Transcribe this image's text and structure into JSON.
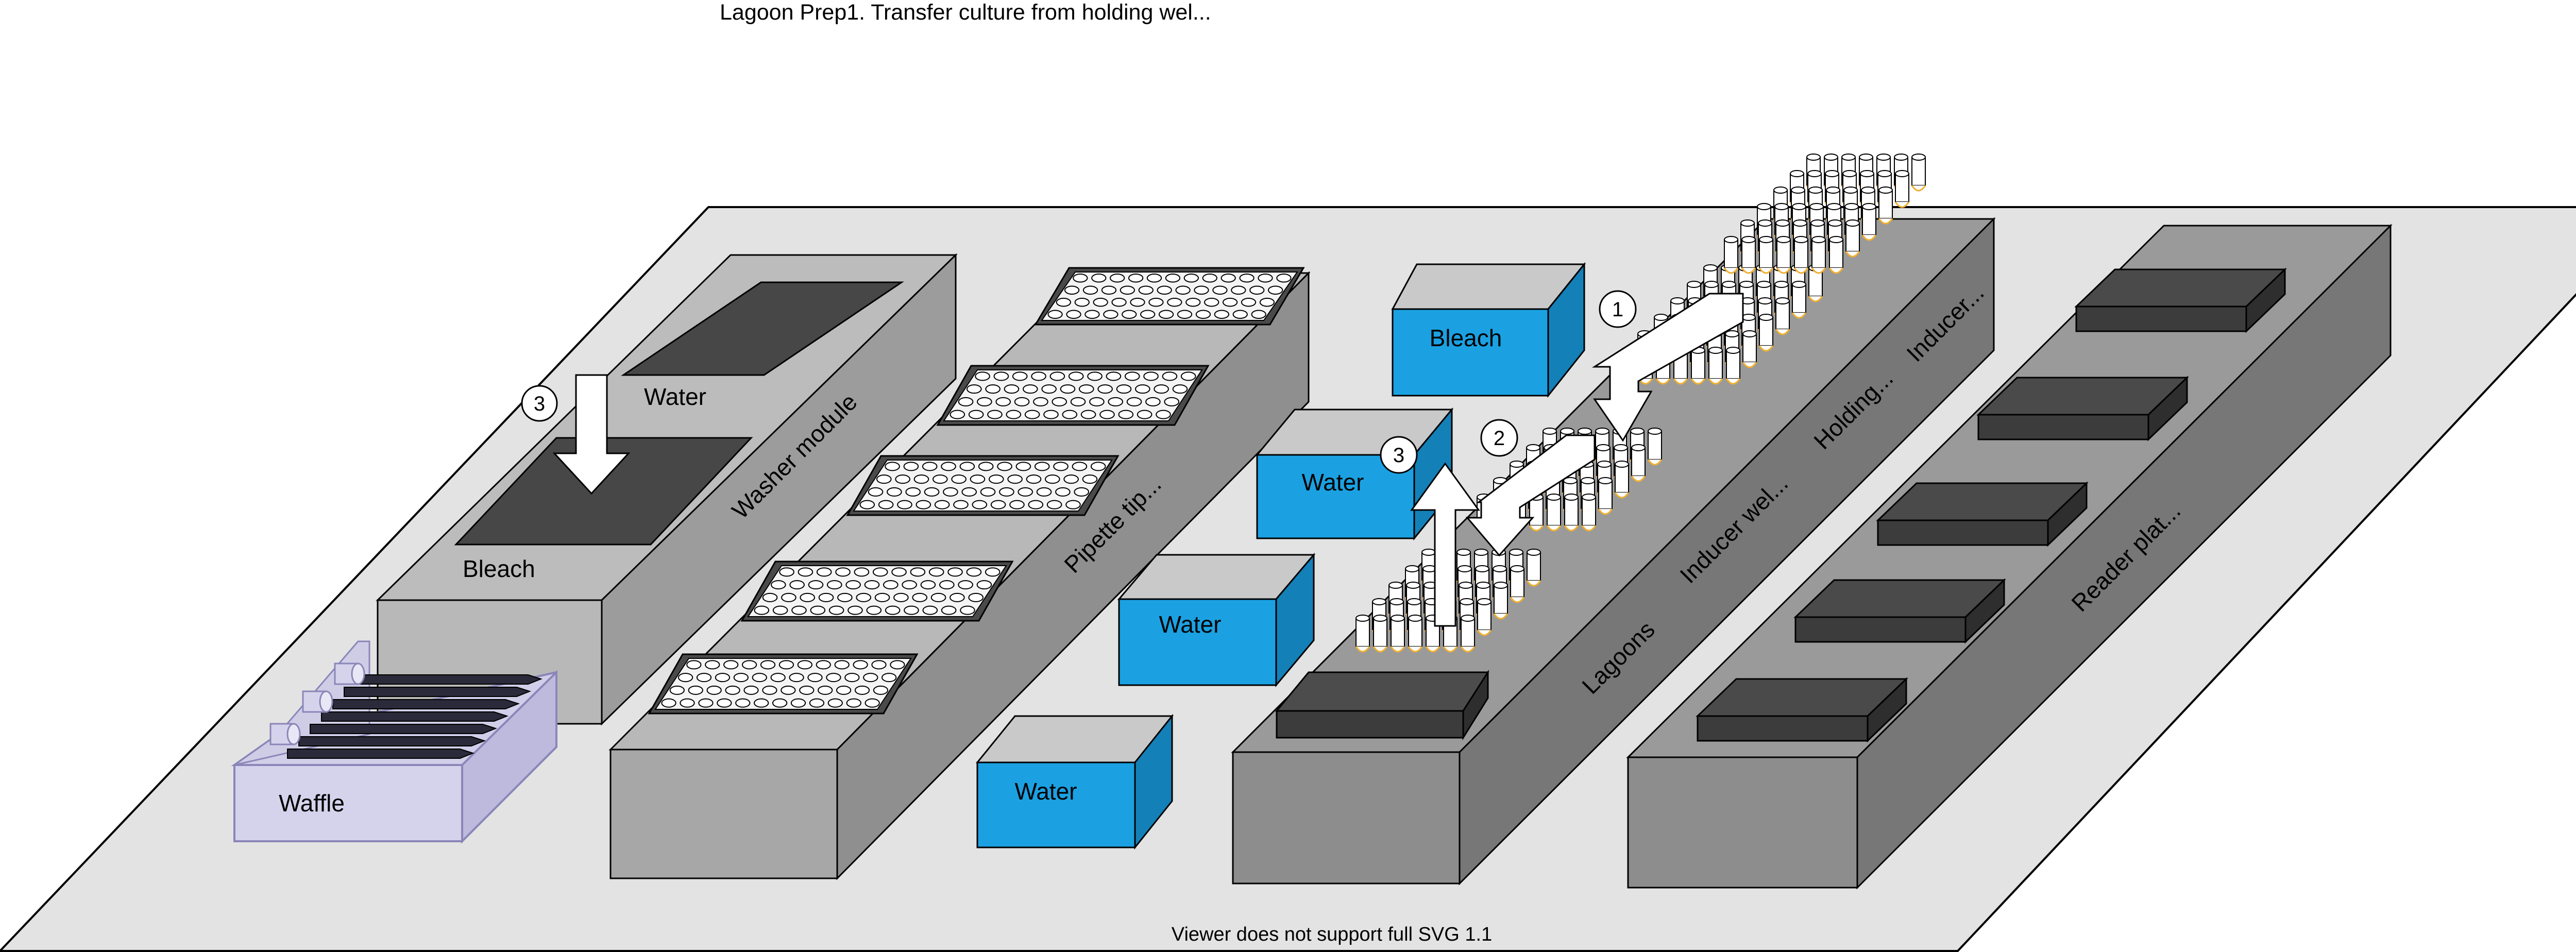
{
  "title": "Lagoon Prep1. Transfer culture from holding wel...",
  "footer": "Viewer does not support full SVG 1.1",
  "labels": {
    "washer_module": "Washer module",
    "water_washer": "Water",
    "bleach_washer": "Bleach",
    "waffle": "Waffle",
    "pipette_tips": "Pipette tip...",
    "bleach_tank": "Bleach",
    "water_tank_1": "Water",
    "water_tank_2": "Water",
    "water_tank_3": "Water",
    "lagoons": "Lagoons",
    "inducer_wells": "Inducer wel...",
    "holding": "Holding...",
    "inducer": "Inducer...",
    "reader_plates": "Reader plat..."
  },
  "steps": {
    "step1": "1",
    "step2": "2",
    "step3_washer": "3",
    "step3_lagoon": "3"
  },
  "colors": {
    "deck": "#e3e3e3",
    "module_top": "#b8b8b8",
    "module_front": "#a3a3a3",
    "module_side": "#8e8e8e",
    "dark_module_top": "#9a9a9a",
    "dark_module_front": "#8a8a8a",
    "dark_module_side": "#757575",
    "tank_front": "#1ba1e2",
    "tank_top": "#c8c8c8",
    "tank_side": "#1583bb",
    "plate": "#4a4a4a",
    "waffle_body": "#d0cee8",
    "waffle_edge": "#8a86b8",
    "tube_fill": "#ffffff",
    "tube_liquid": "#f0c050"
  }
}
